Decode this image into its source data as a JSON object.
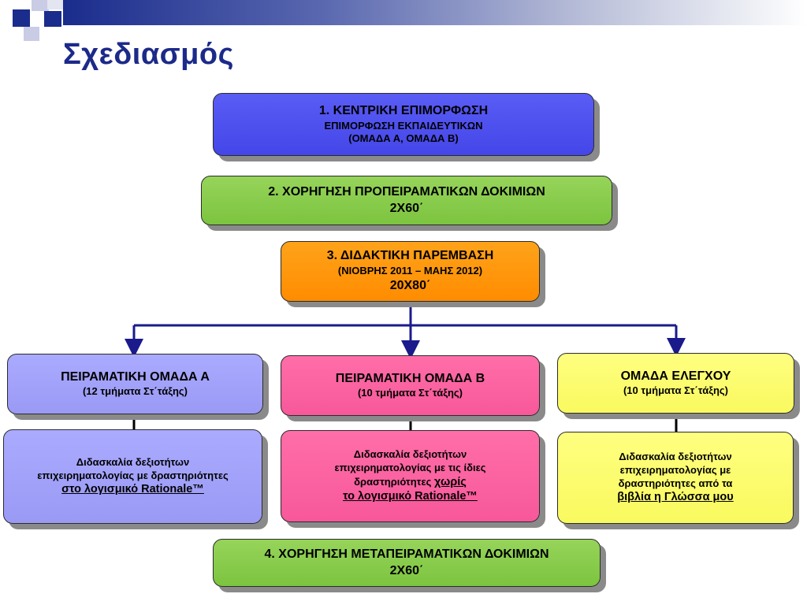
{
  "slide": {
    "title": "Σχεδιασμός"
  },
  "colors": {
    "title": "#1c2a8a",
    "connector": "#1a1a8c",
    "stage1": "#4f51f0",
    "stage2": "#88cc4b",
    "stage3": "#ff9800",
    "group_a": "#a2a2fa",
    "group_b": "#fa6aa0",
    "control": "#fcfc70"
  },
  "stages": {
    "s1": {
      "line1": "1. ΚΕΝΤΡΙΚΗ ΕΠΙΜΟΡΦΩΣΗ",
      "line2": "ΕΠΙΜΟΡΦΩΣΗ ΕΚΠΑΙΔΕΥΤΙΚΩΝ",
      "line3": "(ΟΜΑΔΑ Α, ΟΜΑΔΑ Β)"
    },
    "s2": {
      "line1": "2. ΧΟΡΗΓΗΣΗ ΠΡΟΠΕΙΡΑΜΑΤΙΚΩΝ ΔΟΚΙΜΙΩΝ",
      "line2": "2Χ60΄"
    },
    "s3": {
      "line1": "3. ΔΙΔΑΚΤΙΚΗ ΠΑΡΕΜΒΑΣΗ",
      "line2": "(ΝΙΟΒΡΗΣ 2011 – ΜΑΗΣ 2012)",
      "line3": "20Χ80΄"
    },
    "s4": {
      "line1": "4. ΧΟΡΗΓΗΣΗ ΜΕΤΑΠΕΙΡΑΜΑΤΙΚΩΝ ΔΟΚΙΜΙΩΝ",
      "line2": "2Χ60΄"
    }
  },
  "groups": {
    "a": {
      "name": "ΠΕΙΡΑΜΑΤΙΚΗ ΟΜΑΔΑ Α",
      "sub": "(12 τμήματα Στ΄τάξης)"
    },
    "b": {
      "name": "ΠΕΙΡΑΜΑΤΙΚΗ ΟΜΑΔΑ Β",
      "sub": "(10 τμήματα Στ΄τάξης)"
    },
    "c": {
      "name": "ΟΜΑΔΑ ΕΛΕΓΧΟΥ",
      "sub": "(10 τμήματα Στ΄τάξης)"
    }
  },
  "details": {
    "a": {
      "line1": "Διδασκαλία  δεξιοτήτων",
      "line2": "επιχειρηματολογίας με  δραστηριότητες",
      "line3": "στο λογισμικό Rationale™"
    },
    "b": {
      "line1": "Διδασκαλία δεξιοτήτων",
      "line2": "επιχειρηματολογίας με τις ίδιες",
      "line3a": "δραστηριότητες ",
      "line3b": "χωρίς",
      "line4": "το λογισμικό Rationale™"
    },
    "c": {
      "line1": "Διδασκαλία δεξιοτήτων",
      "line2": "επιχειρηματολογίας με",
      "line3": "δραστηριότητες  από τα",
      "line4": "βιβλία η Γλώσσα μου"
    }
  }
}
